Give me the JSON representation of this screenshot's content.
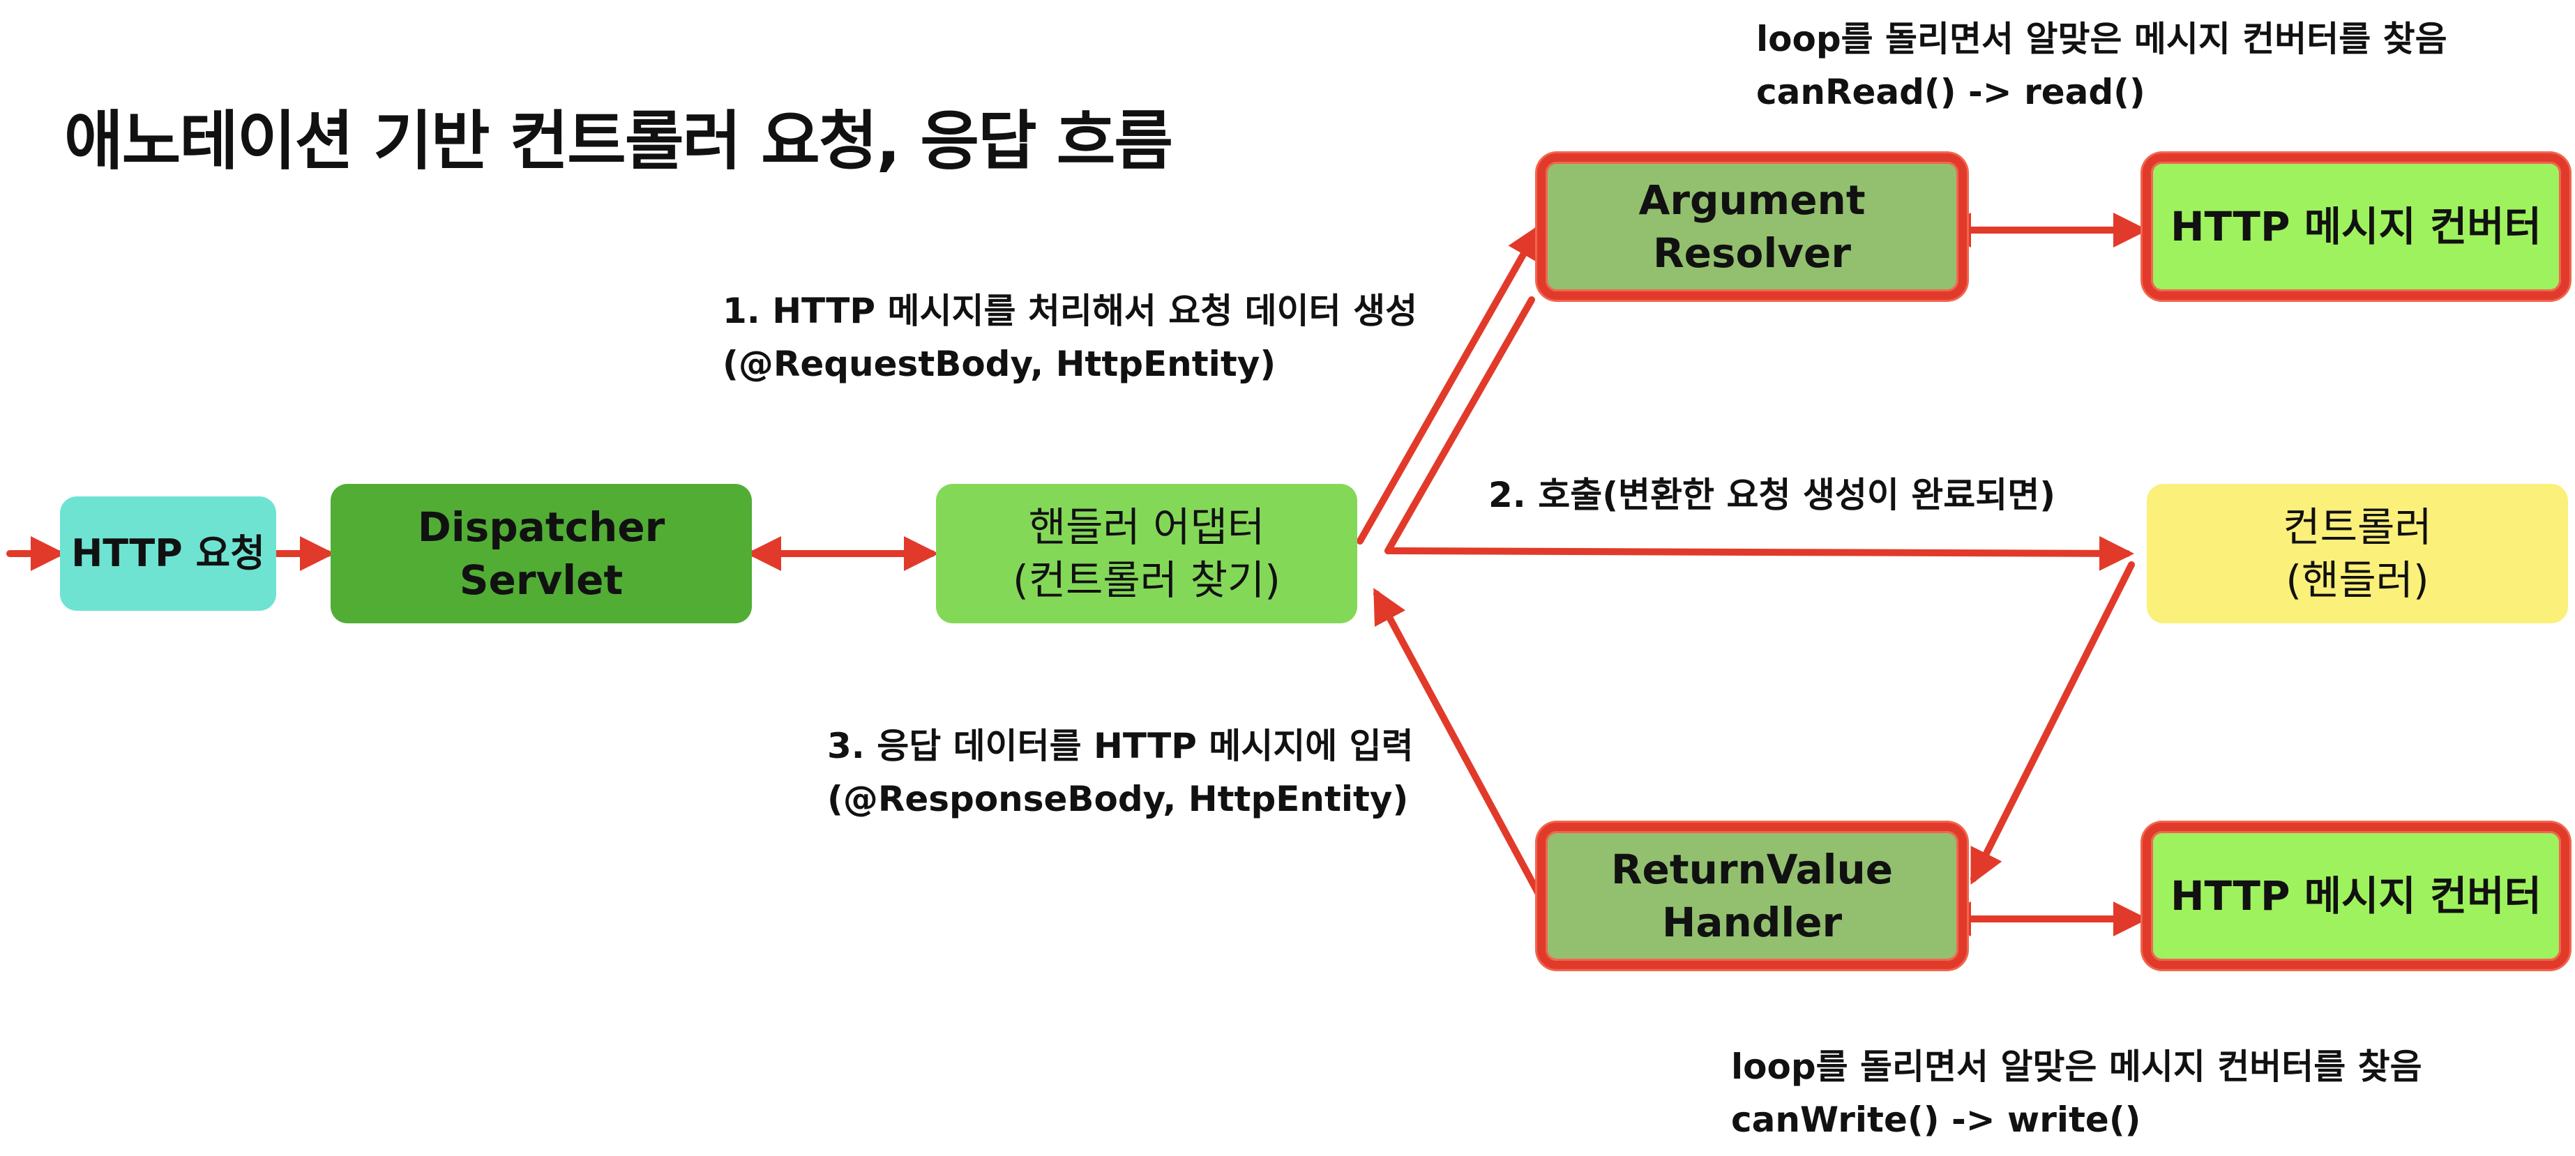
{
  "title": "애노테이션 기반 컨트롤러 요청, 응답 흐름",
  "nodes": {
    "http_request": {
      "lines": [
        "HTTP 요청"
      ],
      "color": "#6ee3d2"
    },
    "dispatcher_servlet": {
      "lines": [
        "Dispatcher",
        "Servlet"
      ],
      "color": "#52ad35"
    },
    "handler_adapter": {
      "lines": [
        "핸들러 어댑터",
        "(컨트롤러 찾기)"
      ],
      "color": "#84d858"
    },
    "argument_resolver": {
      "lines": [
        "Argument",
        "Resolver"
      ],
      "color": "#93c06f"
    },
    "return_value_handler": {
      "lines": [
        "ReturnValue",
        "Handler"
      ],
      "color": "#93c06f"
    },
    "message_converter_top": {
      "lines": [
        "HTTP 메시지 컨버터"
      ],
      "color": "#9ef25e"
    },
    "message_converter_bottom": {
      "lines": [
        "HTTP 메시지 컨버터"
      ],
      "color": "#9ef25e"
    },
    "controller": {
      "lines": [
        "컨트롤러",
        "(핸들러)"
      ],
      "color": "#fbf07a"
    }
  },
  "annotations": {
    "step1": [
      "1. HTTP 메시지를 처리해서 요청 데이터 생성",
      "(@RequestBody, HttpEntity)"
    ],
    "step2": [
      "2. 호출(변환한 요청 생성이 완료되면)"
    ],
    "step3": [
      "3. 응답 데이터를 HTTP 메시지에 입력",
      "(@ResponseBody, HttpEntity)"
    ],
    "loop_read": [
      "loop를 돌리면서 알맞은 메시지 컨버터를 찾음",
      "canRead() -> read()"
    ],
    "loop_write": [
      "loop를 돌리면서 알맞은 메시지 컨버터를 찾음",
      "canWrite() -> write()"
    ]
  },
  "colors": {
    "arrow": "#e23a2a",
    "red_border": "#e23a2a"
  }
}
